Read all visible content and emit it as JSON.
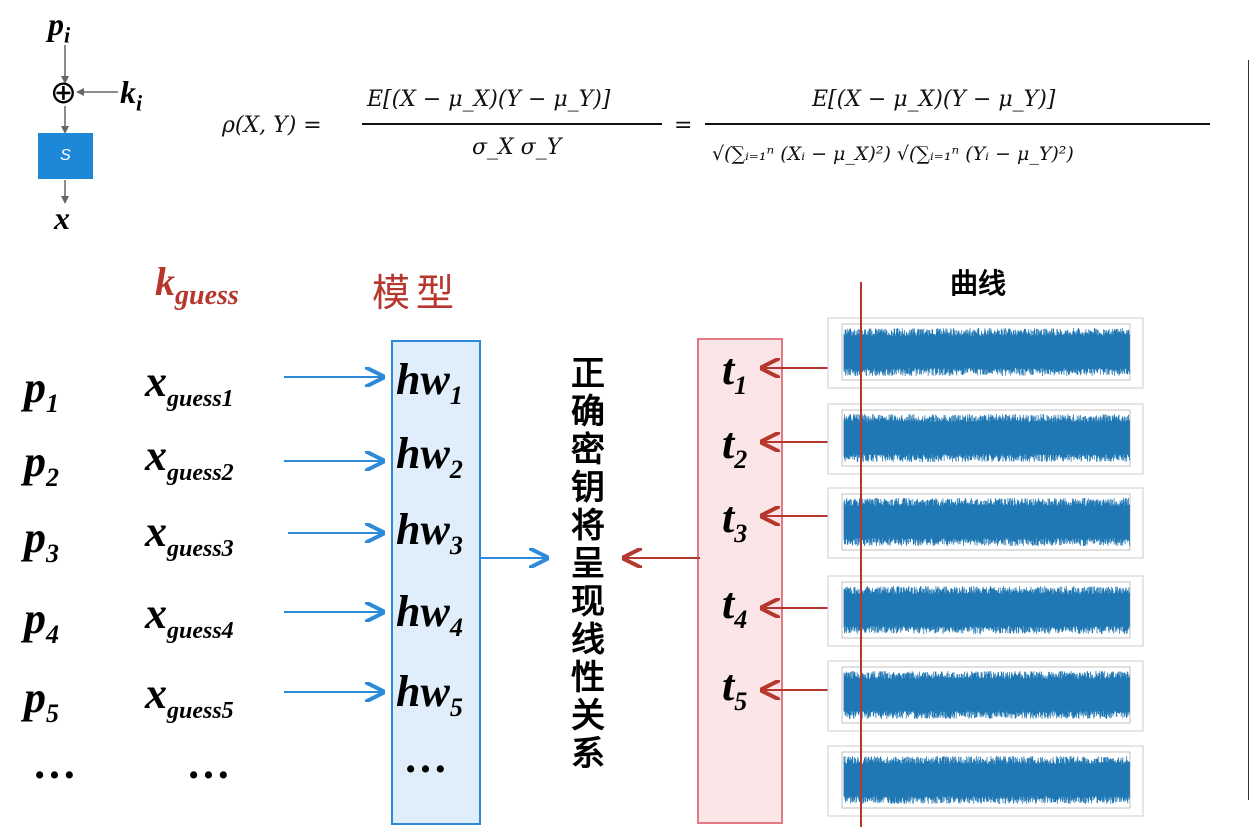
{
  "sbox_diagram": {
    "input": "p",
    "input_sub": "i",
    "key": "k",
    "key_sub": "i",
    "xor_symbol": "⊕",
    "box_label": "S",
    "output": "x"
  },
  "formula": {
    "lhs": "ρ(X, Y) =",
    "num1": "E[(X − μ_X)(Y − μ_Y)]",
    "den1": "σ_X σ_Y",
    "eq": "=",
    "num2": "E[(X − μ_X)(Y − μ_Y)]",
    "den2": "√(∑ᵢ₌₁ⁿ (Xᵢ − μ_X)²) √(∑ᵢ₌₁ⁿ (Yᵢ − μ_Y)²)"
  },
  "headers": {
    "kguess_main": "k",
    "kguess_sub": "guess",
    "model": "模型",
    "curve": "曲线"
  },
  "rows": [
    {
      "p": "p",
      "p_sub": "1",
      "x": "x",
      "x_sub": "guess1",
      "hw": "hw",
      "hw_sub": "1",
      "t": "t",
      "t_sub": "1"
    },
    {
      "p": "p",
      "p_sub": "2",
      "x": "x",
      "x_sub": "guess2",
      "hw": "hw",
      "hw_sub": "2",
      "t": "t",
      "t_sub": "2"
    },
    {
      "p": "p",
      "p_sub": "3",
      "x": "x",
      "x_sub": "guess3",
      "hw": "hw",
      "hw_sub": "3",
      "t": "t",
      "t_sub": "3"
    },
    {
      "p": "p",
      "p_sub": "4",
      "x": "x",
      "x_sub": "guess4",
      "hw": "hw",
      "hw_sub": "4",
      "t": "t",
      "t_sub": "4"
    },
    {
      "p": "p",
      "p_sub": "5",
      "x": "x",
      "x_sub": "guess5",
      "hw": "hw",
      "hw_sub": "5",
      "t": "t",
      "t_sub": "5"
    }
  ],
  "ellipsis": "…",
  "center_text": "正确密钥将呈现线性关系",
  "colors": {
    "blue": "#2d8ad9",
    "red": "#b5372e",
    "trace_blue": "#1f77b4"
  }
}
